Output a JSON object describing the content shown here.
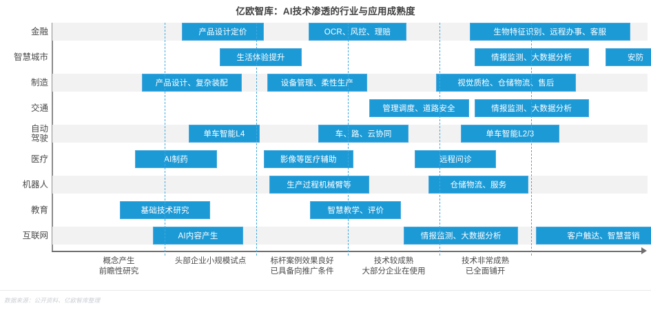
{
  "chart_data": {
    "type": "bar",
    "title": "亿欧智库：AI技术渗透的行业与应用成熟度",
    "xlabel": "",
    "ylabel": "",
    "grid": true,
    "legend": null,
    "xlim": [
      0,
      5
    ],
    "orientation": "horizontal",
    "note": "Gantt-style maturity chart: each industry row shows application clusters placed along a 5-stage technology-maturity axis.",
    "stage_axis": [
      {
        "index": 1,
        "line1": "概念产生",
        "line2": "前瞻性研究",
        "x": 1
      },
      {
        "index": 2,
        "line1": "头部企业小规模试点",
        "line2": "",
        "x": 2
      },
      {
        "index": 3,
        "line1": "标杆案例效果良好",
        "line2": "已具备向推广条件",
        "x": 3
      },
      {
        "index": 4,
        "line1": "技术较成熟",
        "line2": "大部分企业在使用",
        "x": 4
      },
      {
        "index": 5,
        "line1": "技术非常成熟",
        "line2": "已全面铺开",
        "x": 5
      }
    ],
    "categories": [
      "金融",
      "智慧城市",
      "制造",
      "交通",
      "自动驾驶",
      "医疗",
      "机器人",
      "教育",
      "互联网"
    ],
    "rows": [
      {
        "category": "金融",
        "label_line1": "金融",
        "label_line2": "",
        "banded": true,
        "bars": [
          {
            "label": "产品设计定价",
            "start": 1.19,
            "end": 2.08
          },
          {
            "label": "OCR、风控、理赔",
            "start": 2.57,
            "end": 3.64
          },
          {
            "label": "生物特征识别、远程办事、客服",
            "start": 4.33,
            "end": 6.08
          }
        ]
      },
      {
        "category": "智慧城市",
        "label_line1": "智慧城市",
        "label_line2": "",
        "banded": false,
        "bars": [
          {
            "label": "生活体验提升",
            "start": 1.6,
            "end": 2.5
          },
          {
            "label": "情报监测、大数据分析",
            "start": 4.38,
            "end": 5.63
          },
          {
            "label": "安防",
            "start": 5.81,
            "end": 6.47
          }
        ]
      },
      {
        "category": "制造",
        "label_line1": "制造",
        "label_line2": "",
        "banded": true,
        "bars": [
          {
            "label": "产品设计、复杂装配",
            "start": 0.75,
            "end": 1.84
          },
          {
            "label": "设备管理、柔性生产",
            "start": 2.12,
            "end": 3.21
          },
          {
            "label": "视觉质检、仓储物流、售后",
            "start": 3.96,
            "end": 5.49
          }
        ]
      },
      {
        "category": "交通",
        "label_line1": "交通",
        "label_line2": "",
        "banded": false,
        "bars": [
          {
            "label": "管理调度、道路安全",
            "start": 3.23,
            "end": 4.32
          },
          {
            "label": "情报监测、大数据分析",
            "start": 4.38,
            "end": 5.63
          }
        ]
      },
      {
        "category": "自动驾驶",
        "label_line1": "自动",
        "label_line2": "驾驶",
        "banded": true,
        "bars": [
          {
            "label": "单车智能L4",
            "start": 1.26,
            "end": 2.04
          },
          {
            "label": "车、路、云协同",
            "start": 2.68,
            "end": 3.66
          },
          {
            "label": "单车智能L2/3",
            "start": 4.23,
            "end": 5.31
          }
        ]
      },
      {
        "category": "医疗",
        "label_line1": "医疗",
        "label_line2": "",
        "banded": false,
        "bars": [
          {
            "label": "AI制药",
            "start": 0.68,
            "end": 1.57
          },
          {
            "label": "影像等医疗辅助",
            "start": 2.08,
            "end": 3.06
          },
          {
            "label": "远程问诊",
            "start": 3.73,
            "end": 4.62
          }
        ]
      },
      {
        "category": "机器人",
        "label_line1": "机器人",
        "label_line2": "",
        "banded": true,
        "bars": [
          {
            "label": "生产过程机械臂等",
            "start": 2.14,
            "end": 3.23
          },
          {
            "label": "仓储物流、服务",
            "start": 3.88,
            "end": 4.97
          }
        ]
      },
      {
        "category": "教育",
        "label_line1": "教育",
        "label_line2": "",
        "banded": false,
        "bars": [
          {
            "label": "基础技术研究",
            "start": 0.51,
            "end": 1.5
          },
          {
            "label": "智慧教学、评价",
            "start": 2.59,
            "end": 3.58
          }
        ]
      },
      {
        "category": "互联网",
        "label_line1": "互联网",
        "label_line2": "",
        "banded": true,
        "bars": [
          {
            "label": "AI内容产生",
            "start": 0.87,
            "end": 1.86
          },
          {
            "label": "情报监测、大数据分析",
            "start": 3.61,
            "end": 4.86
          },
          {
            "label": "客户触达、智慧营销",
            "start": 5.05,
            "end": 6.53
          }
        ]
      }
    ]
  },
  "footer": {
    "source": "数据来源：公开资料、亿欧智库整理"
  },
  "colors": {
    "bar": "#1c9ad6",
    "bar_border": "#4aa8dd",
    "band": "#f2f2f2",
    "gridline": "#3fa9dd",
    "axis": "#6e6e6e",
    "title_text": "#404040",
    "label_text": "#4a4a4a",
    "footer_text": "#c9cdd4"
  }
}
